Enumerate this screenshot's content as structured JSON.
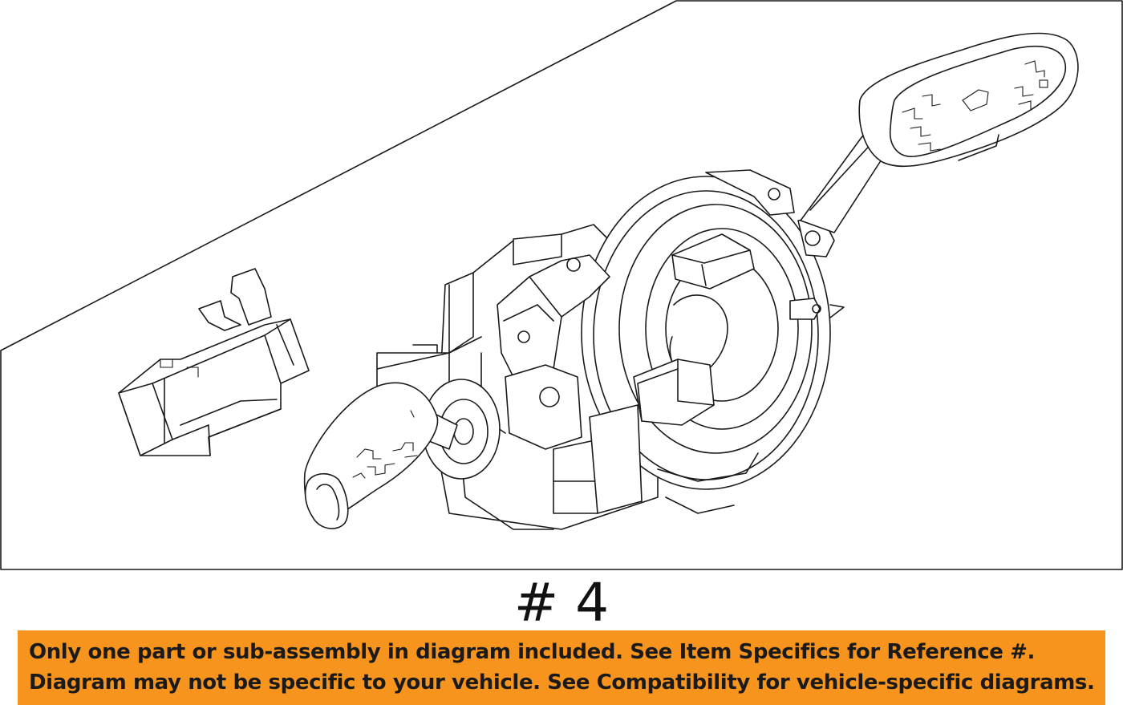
{
  "diagram": {
    "reference_number": "# 4",
    "parts": [
      {
        "name": "combination-switch-assembly"
      },
      {
        "name": "wiring-connector"
      }
    ]
  },
  "disclaimer": {
    "line1": "Only one part or sub-assembly in diagram included. See Item Specifics for Reference #.",
    "line2": "Diagram may not be specific to your vehicle. See Compatibility for vehicle-specific diagrams.",
    "background": "#F7941D"
  }
}
